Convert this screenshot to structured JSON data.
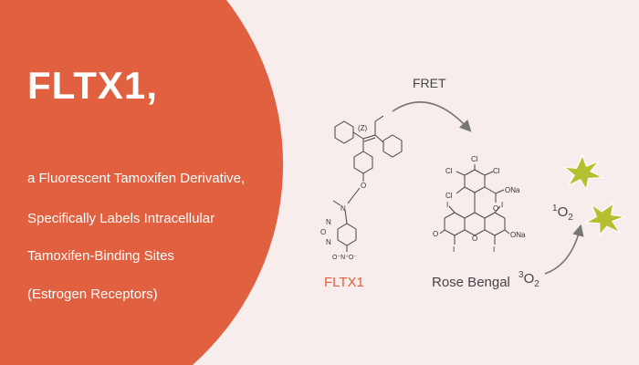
{
  "title": "FLTX1,",
  "subtitle_lines": [
    "a Fluorescent Tamoxifen Derivative,",
    "Specifically Labels Intracellular",
    "Tamoxifen-Binding Sites",
    "(Estrogen Receptors)"
  ],
  "diagram": {
    "fret_label": "FRET",
    "fltx1": {
      "name": "FLTX1",
      "z_label": "(Z)",
      "o": "O",
      "n": "N",
      "ring_n1": "N",
      "ring_o": "O",
      "ring_n2": "N",
      "nitro": "O⁻N⁺O⁻"
    },
    "rose_bengal": {
      "name": "Rose Bengal",
      "cl": "Cl",
      "ona": "ONa",
      "o": "O",
      "i": "I"
    },
    "triplet_oxygen": {
      "sup": "3",
      "base": "O",
      "sub": "2"
    },
    "singlet_oxygen": {
      "sup": "1",
      "base": "O",
      "sub": "2"
    }
  },
  "colors": {
    "accent": "#e0603f",
    "background": "#f8eded",
    "burst": "#b5c030"
  }
}
